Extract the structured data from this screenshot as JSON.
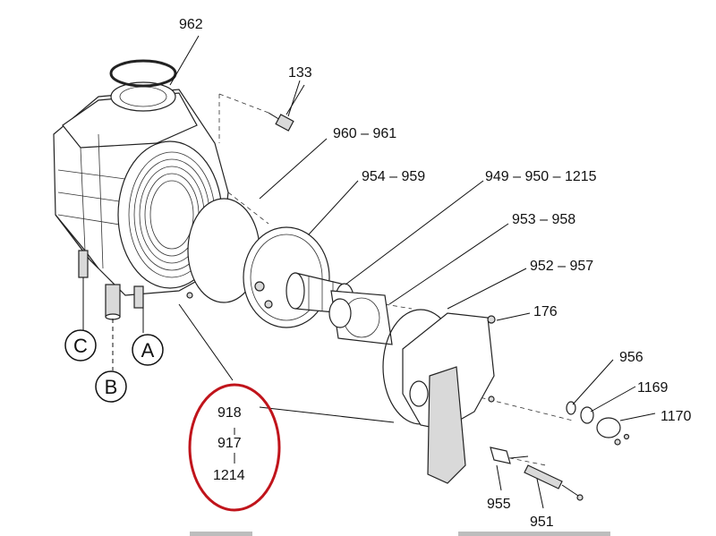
{
  "callouts": {
    "c962": "962",
    "c133": "133",
    "c960": "960 – 961",
    "c954": "954 – 959",
    "c949": "949 – 950 – 1215",
    "c953": "953 – 958",
    "c952": "952 – 957",
    "c176": "176",
    "c956": "956",
    "c1169": "1169",
    "c1170": "1170",
    "c955": "955",
    "c951": "951",
    "c918": "918",
    "c917": "917",
    "c1214": "1214"
  },
  "connections": {
    "a": "A",
    "b": "B",
    "c": "C"
  },
  "colors": {
    "highlight_ring": "#c0141b",
    "line": "#111111"
  }
}
